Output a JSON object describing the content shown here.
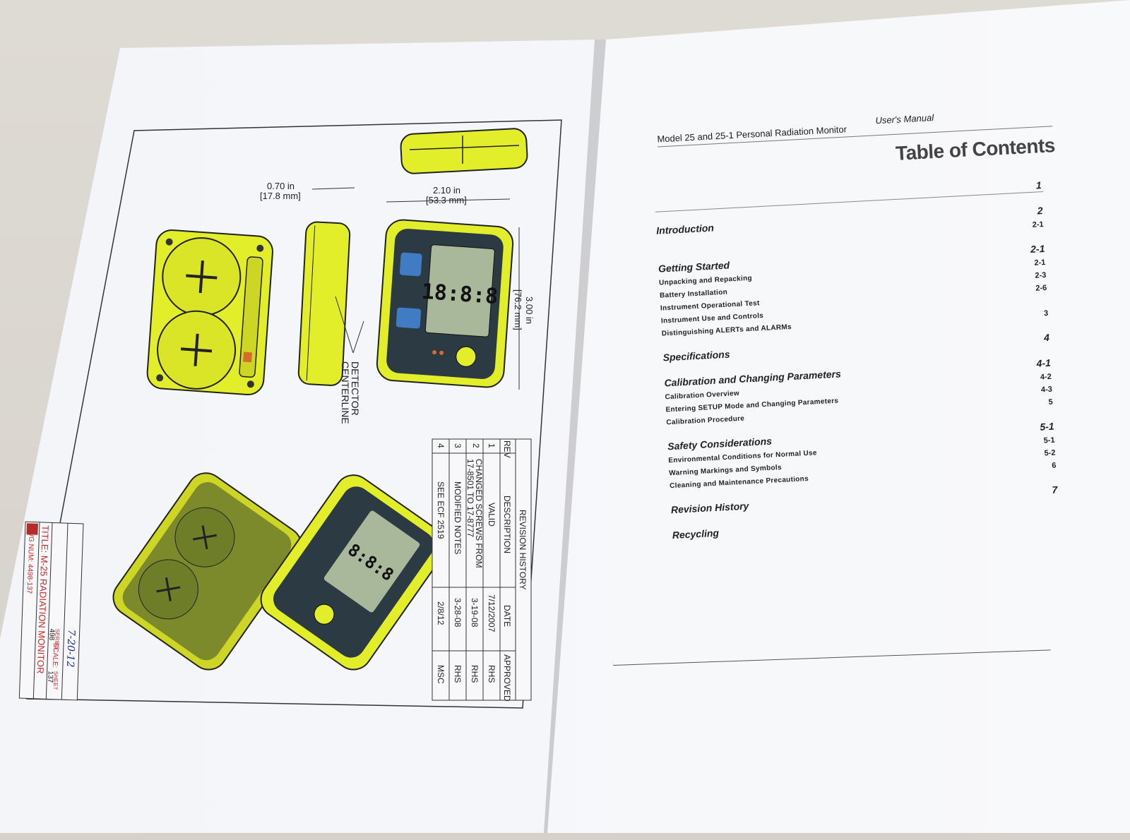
{
  "drawing": {
    "dim_width": "2.10 in",
    "dim_width_mm": "[53.3 mm]",
    "dim_depth": "0.70 in",
    "dim_depth_mm": "[17.8 mm]",
    "dim_height": "3.00 in",
    "dim_height_mm": "[76.2 mm]",
    "detector_label_1": "DETECTOR",
    "detector_label_2": "CENTERLINE",
    "lcd_reading": "18:8:8"
  },
  "revision_table": {
    "title": "REVISION HISTORY",
    "headers": [
      "REV",
      "DESCRIPTION",
      "DATE",
      "APPROVED"
    ],
    "rows": [
      {
        "rev": "1",
        "desc": "VALID",
        "date": "7/12/2007",
        "approved": "RHS"
      },
      {
        "rev": "2",
        "desc": "CHANGED SCREWS FROM",
        "desc2": "17-8501 TO 17-8777",
        "date": "3-19-08",
        "approved": "RHS"
      },
      {
        "rev": "3",
        "desc": "MODIFIED NOTES",
        "date": "3-28-08",
        "approved": "RHS"
      },
      {
        "rev": "4",
        "desc": "SEE ECF 2519",
        "date": "2/8/12",
        "approved": "MSC"
      }
    ]
  },
  "title_block": {
    "title": "TITLE: M-25 RADIATION MONITOR",
    "dwg_num": "DWG NUM: 4498-137",
    "scale": "SCALE:",
    "series": "SERIES",
    "series_val": "498",
    "sheet": "SHEET",
    "sheet_val": "137",
    "handwritten": "7-20-12"
  },
  "header": {
    "model": "Model 25 and 25-1 Personal Radiation Monitor",
    "manual": "User's Manual"
  },
  "toc": {
    "title": "Table of Contents",
    "entries": [
      {
        "label": "",
        "page": "1",
        "type": "chapter"
      },
      {
        "label": "Introduction",
        "page": "2",
        "type": "chapter"
      },
      {
        "label": "",
        "page": "2-1",
        "type": "sub"
      },
      {
        "label": "Getting Started",
        "page": "2-1",
        "type": "chapter"
      },
      {
        "label": "Unpacking and Repacking",
        "page": "2-1",
        "type": "sub"
      },
      {
        "label": "Battery Installation",
        "page": "2-3",
        "type": "sub"
      },
      {
        "label": "Instrument Operational Test",
        "page": "2-6",
        "type": "sub"
      },
      {
        "label": "Instrument Use and Controls",
        "page": "",
        "type": "sub"
      },
      {
        "label": "Distinguishing ALERTs and ALARMs",
        "page": "3",
        "type": "sub"
      },
      {
        "label": "Specifications",
        "page": "4",
        "type": "chapter"
      },
      {
        "label": "Calibration and Changing Parameters",
        "page": "4-1",
        "type": "chapter"
      },
      {
        "label": "Calibration Overview",
        "page": "4-2",
        "type": "sub"
      },
      {
        "label": "Entering SETUP Mode and Changing Parameters",
        "page": "4-3",
        "type": "sub"
      },
      {
        "label": "Calibration Procedure",
        "page": "5",
        "type": "sub"
      },
      {
        "label": "Safety Considerations",
        "page": "5-1",
        "type": "chapter"
      },
      {
        "label": "Environmental Conditions for Normal Use",
        "page": "5-1",
        "type": "sub"
      },
      {
        "label": "Warning Markings and Symbols",
        "page": "5-2",
        "type": "sub"
      },
      {
        "label": "Cleaning and Maintenance Precautions",
        "page": "6",
        "type": "sub"
      },
      {
        "label": "Revision History",
        "page": "7",
        "type": "chapter"
      },
      {
        "label": "Recycling",
        "page": "",
        "type": "chapter"
      }
    ]
  },
  "colors": {
    "device_yellow": "#e4f02a",
    "device_dark": "#2c3a44",
    "lcd": "#a9b79a"
  }
}
